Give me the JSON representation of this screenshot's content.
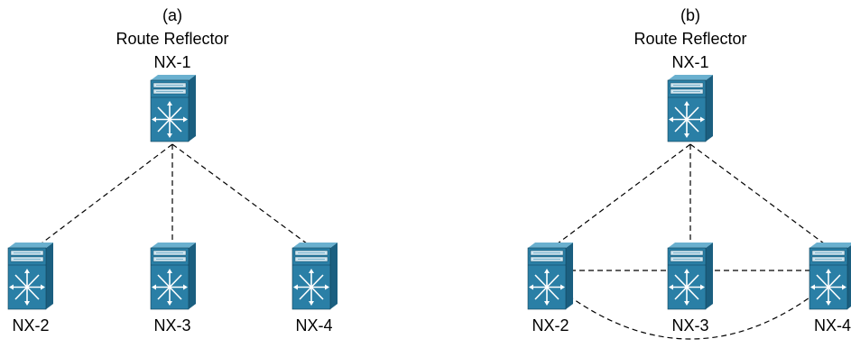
{
  "panels": [
    {
      "label": "(a)",
      "role": "Route Reflector",
      "reflector": {
        "name": "NX-1",
        "icon": "nexus-switch-icon"
      },
      "clients": [
        {
          "name": "NX-2",
          "icon": "nexus-switch-icon"
        },
        {
          "name": "NX-3",
          "icon": "nexus-switch-icon"
        },
        {
          "name": "NX-4",
          "icon": "nexus-switch-icon"
        }
      ]
    },
    {
      "label": "(b)",
      "role": "Route Reflector",
      "reflector": {
        "name": "NX-1",
        "icon": "nexus-switch-icon"
      },
      "clients": [
        {
          "name": "NX-2",
          "icon": "nexus-switch-icon"
        },
        {
          "name": "NX-3",
          "icon": "nexus-switch-icon"
        },
        {
          "name": "NX-4",
          "icon": "nexus-switch-icon"
        }
      ]
    }
  ],
  "colors": {
    "device_front": "#2a7fa6",
    "device_top": "#6ab0cf",
    "device_side": "#1b5f80",
    "hub": "#bdbdbd",
    "line": "#000000"
  }
}
